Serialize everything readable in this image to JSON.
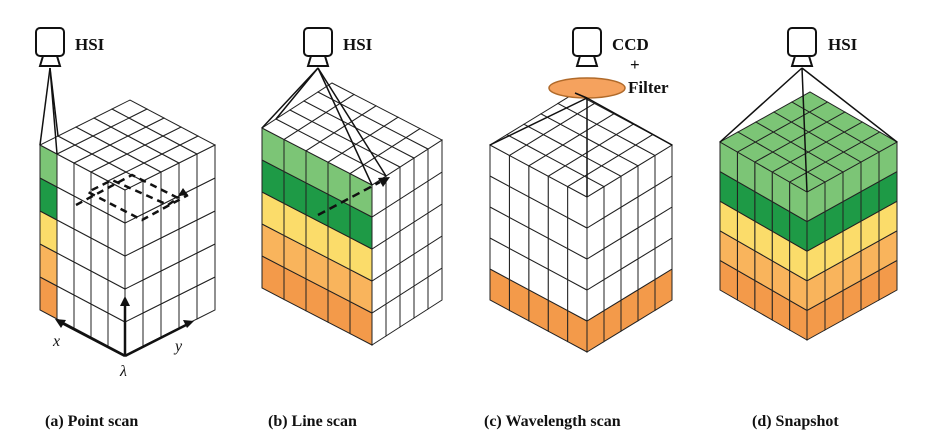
{
  "panels": [
    {
      "id": "a",
      "caption": "(a) Point scan",
      "camera_label": "HSI",
      "camera_label_2": "",
      "camera_label_3": ""
    },
    {
      "id": "b",
      "caption": "(b) Line scan",
      "camera_label": "HSI",
      "camera_label_2": "",
      "camera_label_3": ""
    },
    {
      "id": "c",
      "caption": "(c) Wavelength scan",
      "camera_label": "CCD",
      "camera_label_2": "+",
      "camera_label_3": "Filter"
    },
    {
      "id": "d",
      "caption": "(d) Snapshot",
      "camera_label": "HSI",
      "camera_label_2": "",
      "camera_label_3": ""
    }
  ],
  "axes": {
    "x": "x",
    "y": "y",
    "lambda": "λ"
  },
  "colors": {
    "green_light": "#7cc576",
    "green_dark": "#1e9a46",
    "yellow": "#fbdc6a",
    "orange_light": "#f9b45c",
    "orange": "#f39a4a",
    "filter": "#f5a25e",
    "grid": "#222222"
  }
}
